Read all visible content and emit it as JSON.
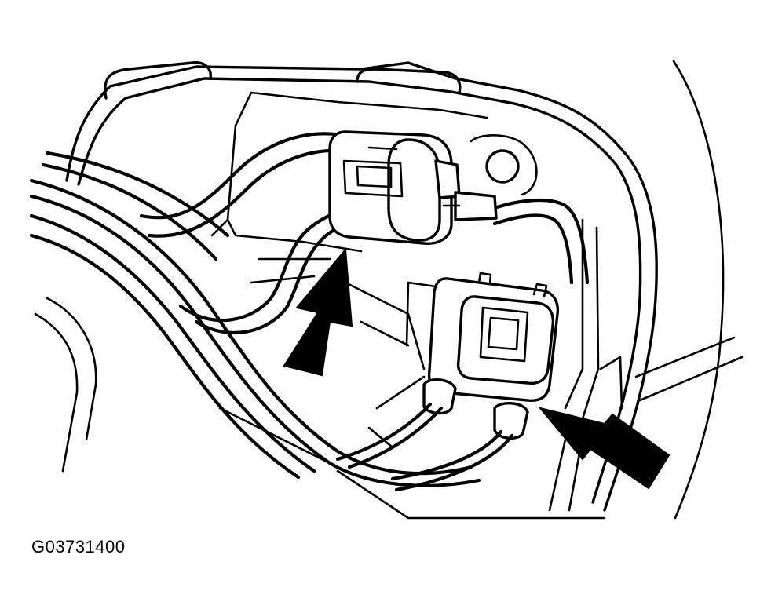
{
  "figure": {
    "code": "G03731400"
  },
  "colors": {
    "line": "#000000",
    "background": "#ffffff"
  },
  "callouts": [
    {
      "id": "arrow-upper-connector",
      "points_to": "upper-connector"
    },
    {
      "id": "arrow-lower-connector",
      "points_to": "lower-connector"
    }
  ]
}
